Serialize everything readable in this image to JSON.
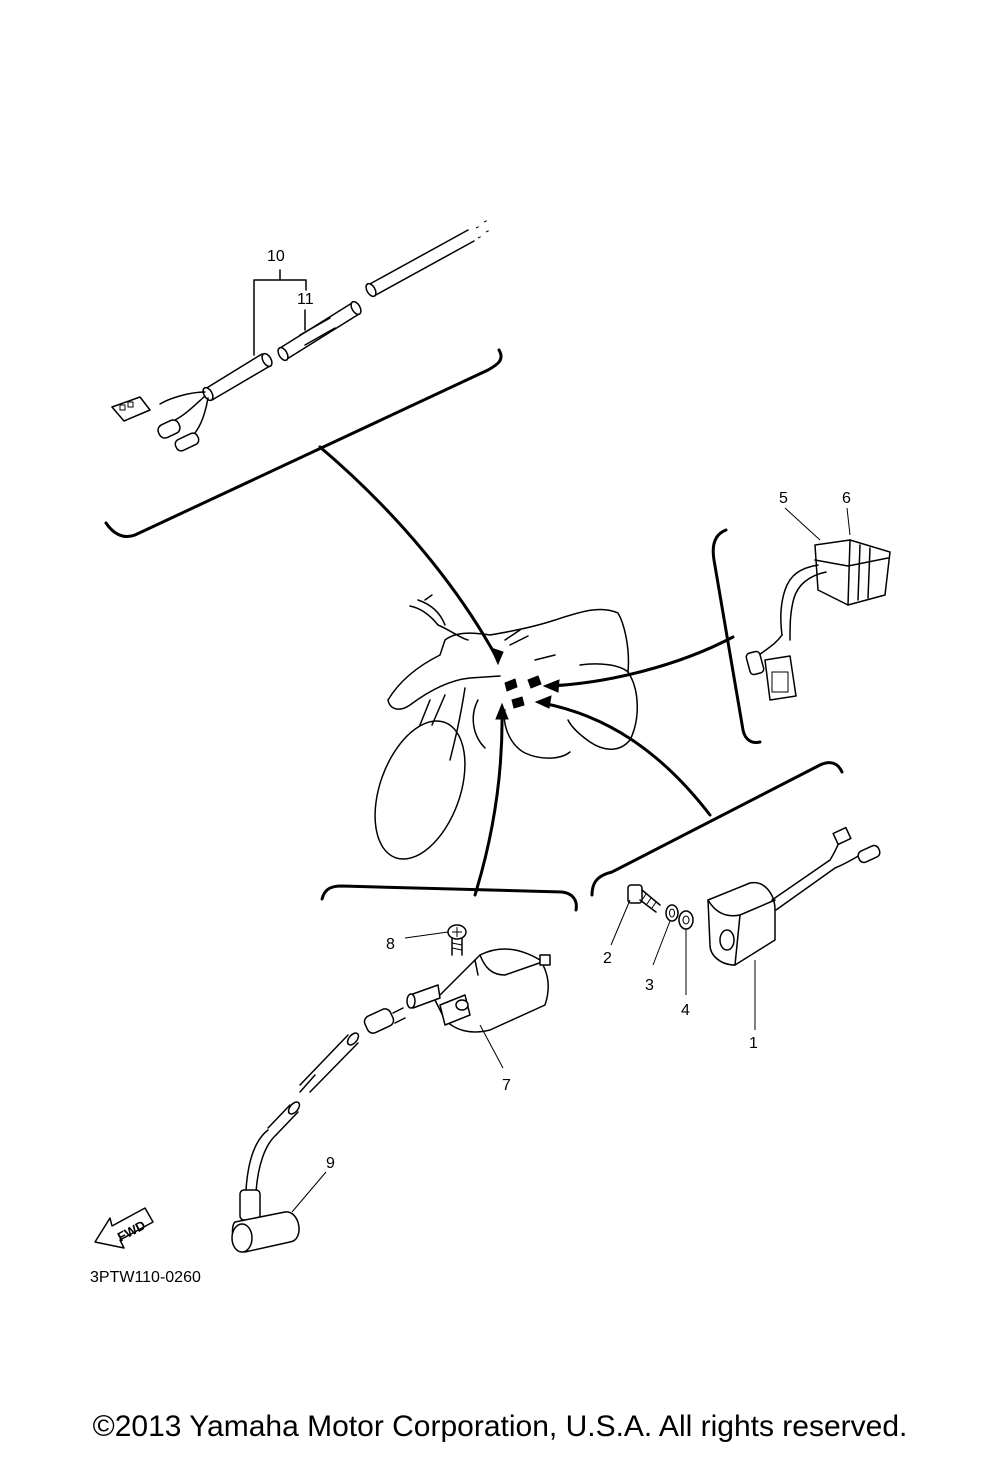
{
  "diagram": {
    "part_labels": {
      "p1": "1",
      "p2": "2",
      "p3": "3",
      "p4": "4",
      "p5": "5",
      "p6": "6",
      "p7": "7",
      "p8": "8",
      "p9": "9",
      "p10": "10",
      "p11": "11"
    },
    "fwd_label": "FWD",
    "diagram_code": "3PTW110-0260"
  },
  "footer": {
    "copyright": "©2013 Yamaha Motor Corporation, U.S.A. All rights reserved."
  },
  "colors": {
    "ink": "#000000",
    "paper": "#ffffff"
  }
}
